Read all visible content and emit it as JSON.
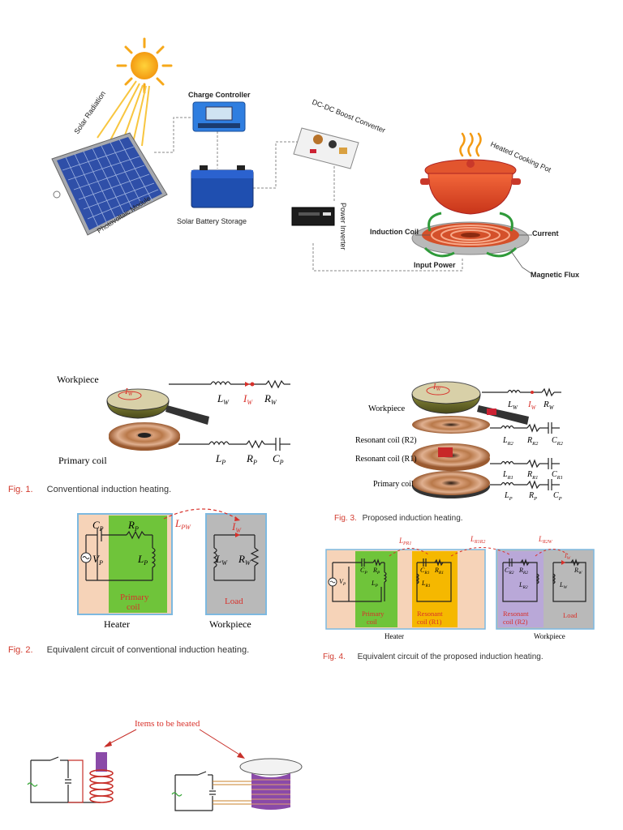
{
  "section1": {
    "solar_radiation": "Solar Radiation",
    "photovoltaic_module": "Photovoltaic Module",
    "charge_controller": "Charge Controller",
    "solar_battery_storage": "Solar Battery Storage",
    "dc_dc_boost_converter": "DC-DC Boost Converter",
    "power_inverter": "Power Inverter",
    "heated_cooking_pot": "Heated Cooking Pot",
    "induction_coil": "Induction Coil",
    "current": "Current",
    "input_power": "Input Power",
    "magnetic_flux": "Magnetic Flux"
  },
  "fig1": {
    "workpiece": "Workpiece",
    "primary_coil": "Primary coil",
    "iw_label": "I",
    "iw_sub": "W",
    "lw": "L",
    "lw_sub": "W",
    "iw2": "I",
    "iw2_sub": "W",
    "rw": "R",
    "rw_sub": "W",
    "lp": "L",
    "lp_sub": "P",
    "rp": "R",
    "rp_sub": "P",
    "cp": "C",
    "cp_sub": "P",
    "caption_num": "Fig. 1.",
    "caption_text": "Conventional induction heating."
  },
  "fig2": {
    "cp": "C",
    "cp_sub": "P",
    "rp": "R",
    "rp_sub": "P",
    "vp": "V",
    "vp_sub": "P",
    "lp": "L",
    "lp_sub": "P",
    "lpw": "L",
    "lpw_sub": "PW",
    "iw": "I",
    "iw_sub": "W",
    "lw": "L",
    "lw_sub": "W",
    "rw": "R",
    "rw_sub": "W",
    "primary_coil_1": "Primary",
    "primary_coil_2": "coil",
    "load": "Load",
    "heater": "Heater",
    "workpiece": "Workpiece",
    "caption_num": "Fig. 2.",
    "caption_text": "Equivalent circuit of conventional induction heating."
  },
  "fig3": {
    "workpiece": "Workpiece",
    "resonant_r2": "Resonant coil (R2)",
    "resonant_r1": "Resonant coil (R1)",
    "primary_coil": "Primary coil",
    "iw_label": "I",
    "iw_sub": "W",
    "lw": "L",
    "lw_sub": "W",
    "iw": "I",
    "iw2_sub": "W",
    "rw": "R",
    "rw_sub": "W",
    "lr2": "L",
    "lr2_sub": "R2",
    "rr2": "R",
    "rr2_sub": "R2",
    "cr2": "C",
    "cr2_sub": "R2",
    "lr1": "L",
    "lr1_sub": "R1",
    "rr1": "R",
    "rr1_sub": "R1",
    "cr1": "C",
    "cr1_sub": "R1",
    "lp": "L",
    "lp_sub": "P",
    "rp": "R",
    "rp_sub": "P",
    "cp": "C",
    "cp_sub": "P",
    "caption_num": "Fig. 3.",
    "caption_text": "Proposed induction heating."
  },
  "fig4": {
    "lpr1": "L",
    "lpr1_sub": "PR1",
    "lr1r2": "L",
    "lr1r2_sub": "R1R2",
    "lr2w": "L",
    "lr2w_sub": "R2W",
    "vp": "V",
    "vp_sub": "P",
    "cp": "C",
    "cp_sub": "P",
    "rp": "R",
    "rp_sub": "P",
    "lp": "L",
    "lp_sub": "P",
    "cr1": "C",
    "cr1_sub": "R1",
    "rr1": "R",
    "rr1_sub": "R1",
    "lr1": "L",
    "lr1_sub": "R1",
    "cr2": "C",
    "cr2_sub": "R2",
    "rr2": "R",
    "rr2_sub": "R2",
    "lr2": "L",
    "lr2_sub": "R2",
    "iw": "I",
    "iw_sub": "W",
    "rw": "R",
    "rw_sub": "W",
    "lw": "L",
    "lw_sub": "W",
    "primary_coil_1": "Primary",
    "primary_coil_2": "coil",
    "resonant_r1_1": "Resonant",
    "resonant_r1_2": "coil (R1)",
    "resonant_r2_1": "Resonant",
    "resonant_r2_2": "coil (R2)",
    "load": "Load",
    "heater": "Heater",
    "workpiece": "Workpiece",
    "caption_num": "Fig. 4.",
    "caption_text": "Equivalent circuit of the proposed induction heating."
  },
  "bottom": {
    "items_to_be_heated": "Items to be heated"
  },
  "colors": {
    "peach": "#f6d3b8",
    "green": "#6fc43a",
    "gray": "#b9b9b9",
    "blue_border": "#7db9e0",
    "orange": "#f5b800",
    "lavender": "#b9a8d8",
    "red": "#d8302a"
  }
}
